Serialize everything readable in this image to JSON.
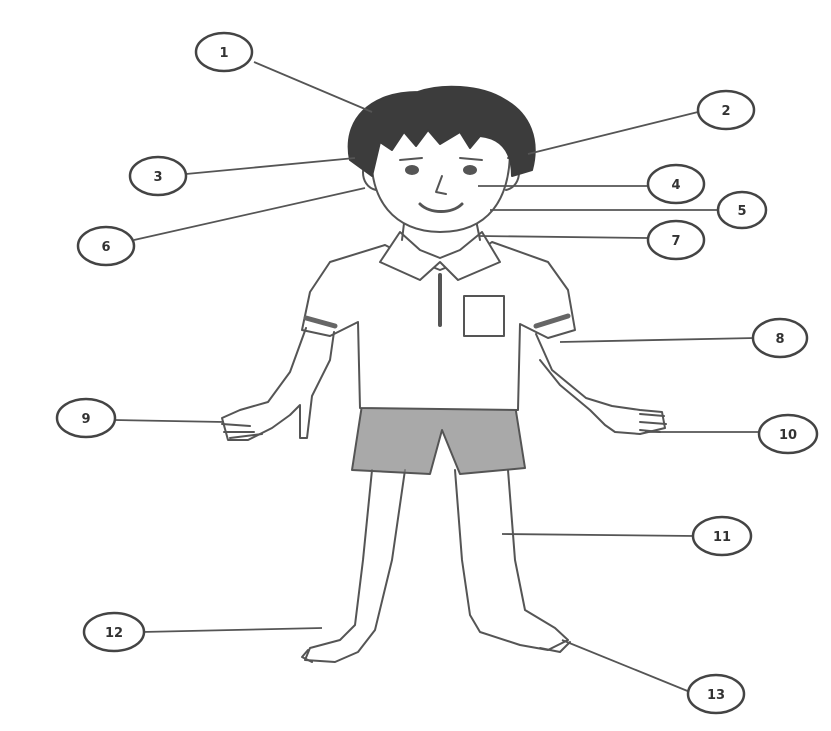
{
  "figure": {
    "subject": "boy-body-parts",
    "callouts": [
      {
        "id": "c1",
        "number": "1"
      },
      {
        "id": "c2",
        "number": "2"
      },
      {
        "id": "c3",
        "number": "3"
      },
      {
        "id": "c4",
        "number": "4"
      },
      {
        "id": "c5",
        "number": "5"
      },
      {
        "id": "c6",
        "number": "6"
      },
      {
        "id": "c7",
        "number": "7"
      },
      {
        "id": "c8",
        "number": "8"
      },
      {
        "id": "c9",
        "number": "9"
      },
      {
        "id": "c10",
        "number": "10"
      },
      {
        "id": "c11",
        "number": "11"
      },
      {
        "id": "c12",
        "number": "12"
      },
      {
        "id": "c13",
        "number": "13"
      }
    ],
    "colors": {
      "outline": "#555555",
      "hair": "#3c3c3c",
      "shorts": "#8c8c8c",
      "callout_stroke": "#444444",
      "skin": "#ffffff"
    }
  }
}
